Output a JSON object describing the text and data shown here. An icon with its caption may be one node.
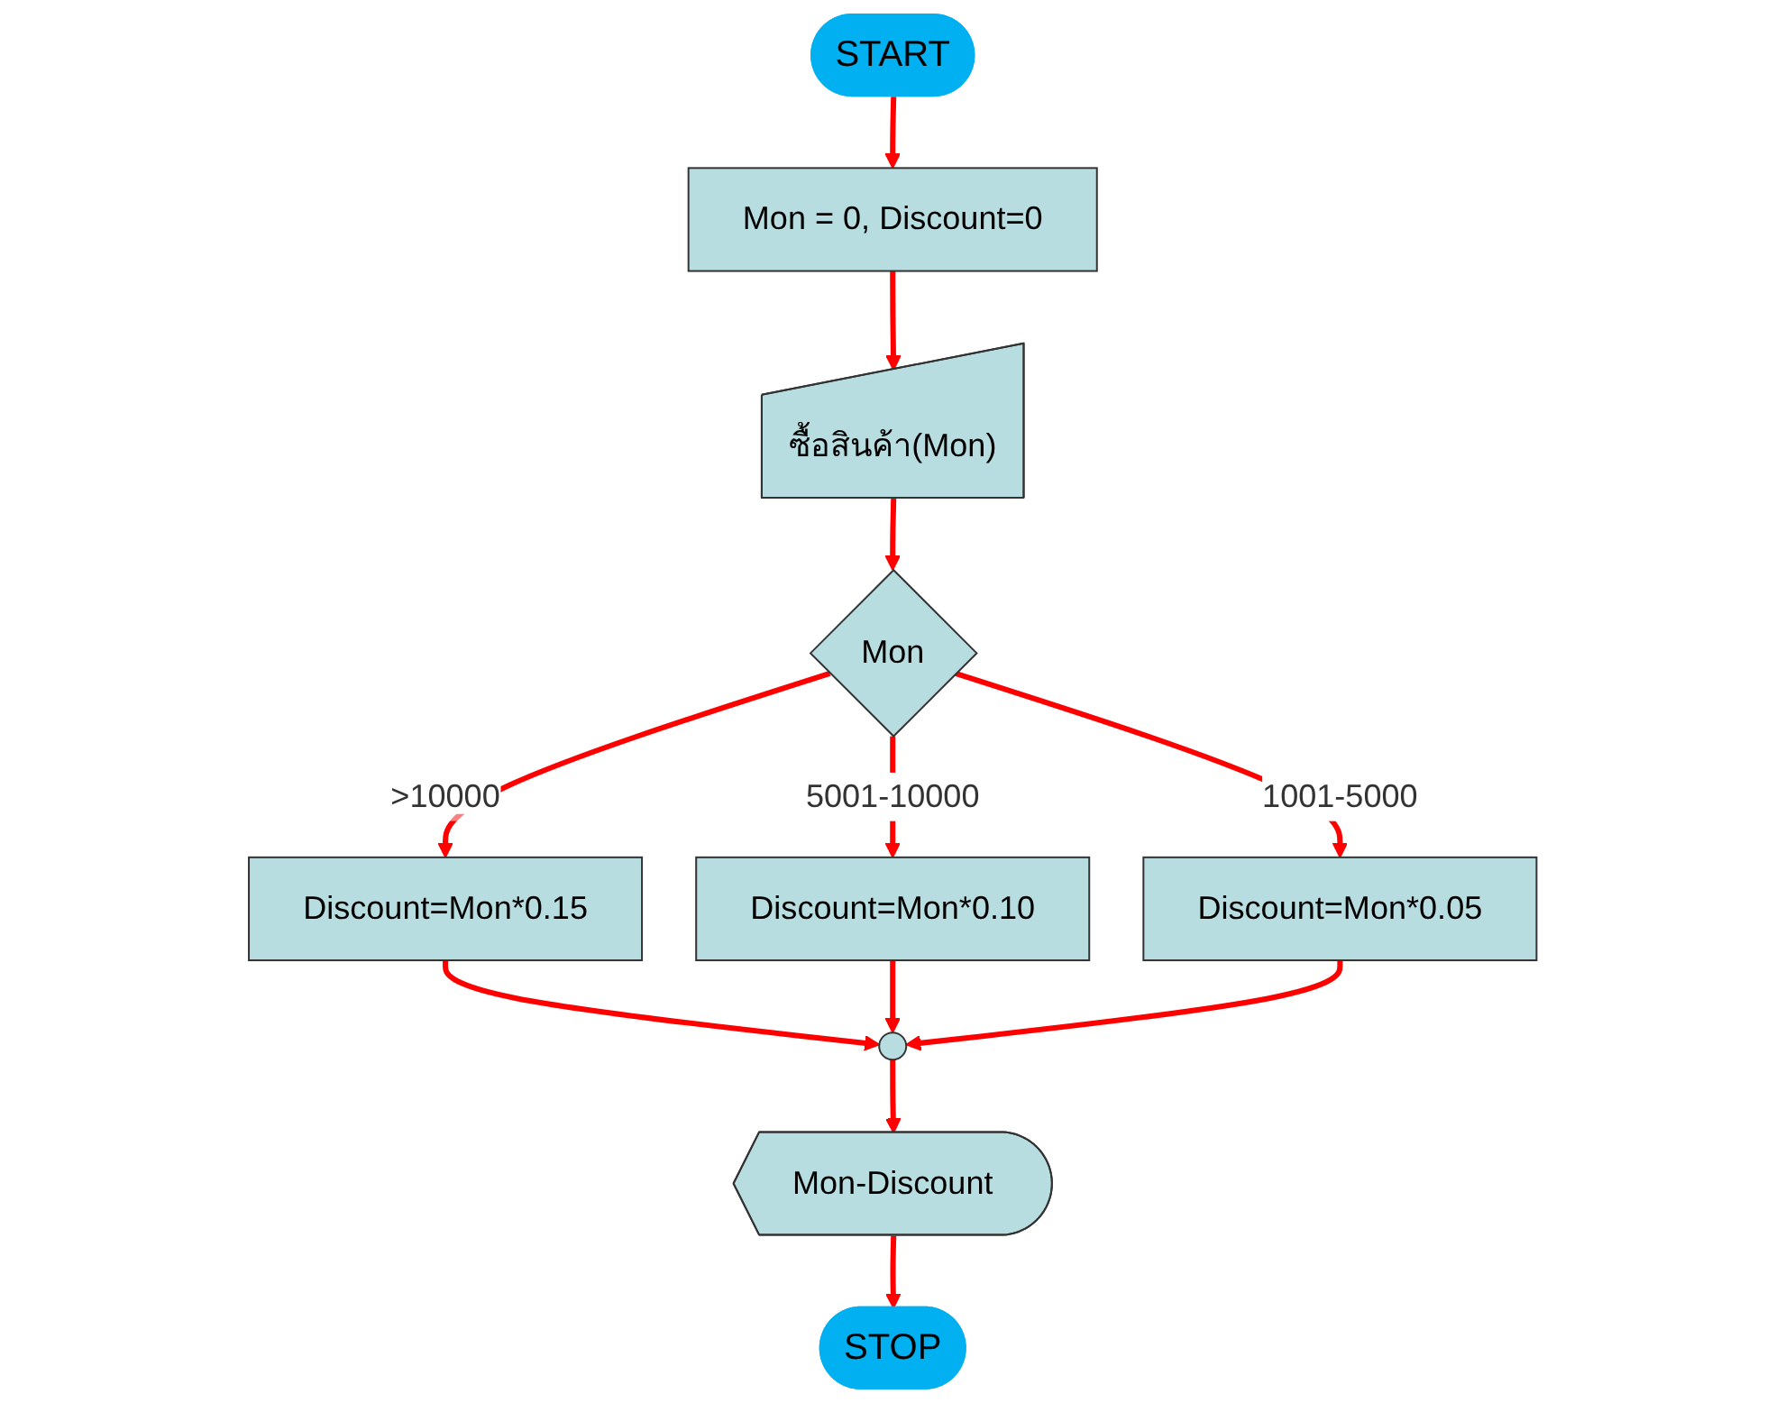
{
  "diagram": {
    "nodes": [
      {
        "text": [
          "START"
        ]
      },
      {
        "text": [
          "Mon = 0, Discount=0"
        ]
      },
      {
        "text": [
          "ซื้อสินค้า(Mon)"
        ]
      },
      {
        "text": [
          "Mon"
        ]
      },
      {
        "text": [
          "Discount=Mon*0.15"
        ]
      },
      {
        "text": [
          "Discount=Mon*0.10"
        ]
      },
      {
        "text": [
          "Discount=Mon*0.05"
        ]
      },
      {
        "text": [],
        "shape": "circle"
      },
      {
        "text": [
          "Mon-Discount"
        ]
      },
      {
        "text": [
          "STOP"
        ]
      }
    ],
    "edges": [
      {
        "from": 0,
        "to": 1,
        "arrow": "to"
      },
      {
        "from": 1,
        "to": 2,
        "arrow": "to"
      },
      {
        "from": 2,
        "to": 3,
        "arrow": "to"
      },
      {
        "from": 3,
        "to": 4,
        "arrow": "to",
        "label": ">10000"
      },
      {
        "from": 3,
        "to": 5,
        "arrow": "to",
        "label": "5001-10000"
      },
      {
        "from": 3,
        "to": 6,
        "arrow": "to",
        "label": "1001-5000"
      },
      {
        "from": 4,
        "to": 7,
        "arrow": "to"
      },
      {
        "from": 5,
        "to": 7,
        "arrow": "to"
      },
      {
        "from": 6,
        "to": 7,
        "arrow": "to"
      },
      {
        "from": 7,
        "to": 8,
        "arrow": "to"
      },
      {
        "from": 8,
        "to": 9,
        "arrow": "to"
      }
    ]
  }
}
